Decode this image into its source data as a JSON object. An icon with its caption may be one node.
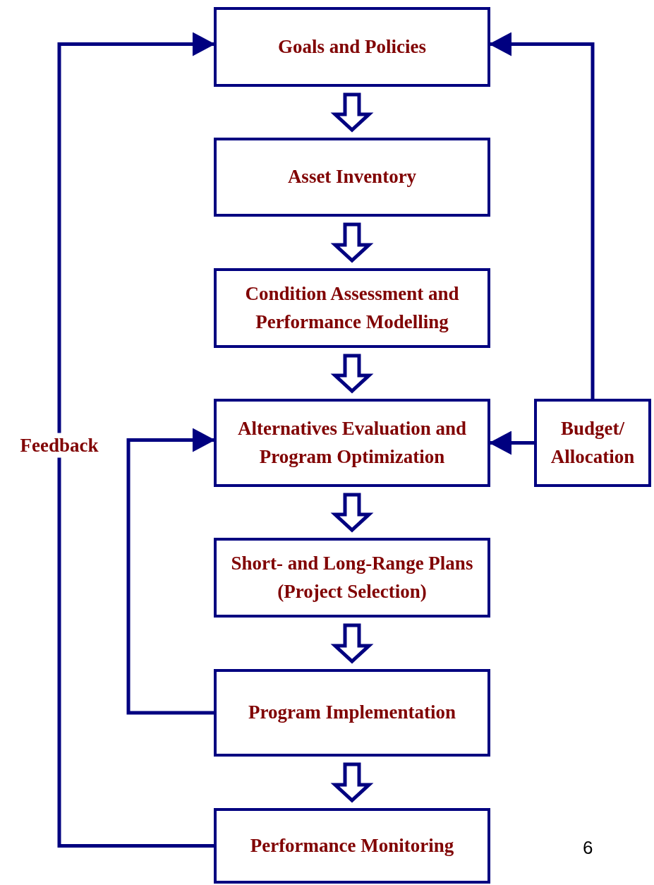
{
  "diagram": {
    "nodes": [
      {
        "text": [
          "Goals and Policies"
        ]
      },
      {
        "text": [
          "Asset Inventory"
        ]
      },
      {
        "text": [
          "Condition Assessment and Performance Modelling"
        ]
      },
      {
        "text": [
          "Alternatives Evaluation and Program Optimization"
        ]
      },
      {
        "text": [
          "Short- and Long-Range Plans (Project Selection)"
        ]
      },
      {
        "text": [
          "Program Implementation"
        ]
      },
      {
        "text": [
          "Performance Monitoring"
        ]
      },
      {
        "text": [
          "Budget/ Allocation"
        ]
      }
    ],
    "edges": [
      {
        "from": 0,
        "to": 1,
        "arrow": "to",
        "style": "thick"
      },
      {
        "from": 1,
        "to": 2,
        "arrow": "to",
        "style": "thick"
      },
      {
        "from": 2,
        "to": 3,
        "arrow": "to",
        "style": "thick"
      },
      {
        "from": 3,
        "to": 4,
        "arrow": "to",
        "style": "thick"
      },
      {
        "from": 4,
        "to": 5,
        "arrow": "to",
        "style": "thick"
      },
      {
        "from": 5,
        "to": 6,
        "arrow": "to",
        "style": "thick"
      },
      {
        "from": 6,
        "to": 0,
        "arrow": "to",
        "label": "Feedback"
      },
      {
        "from": 5,
        "to": 3,
        "arrow": "to"
      },
      {
        "from": 7,
        "to": 0,
        "arrow": "to"
      },
      {
        "from": 7,
        "to": 3,
        "arrow": "to"
      }
    ],
    "labels": [
      "6"
    ]
  }
}
